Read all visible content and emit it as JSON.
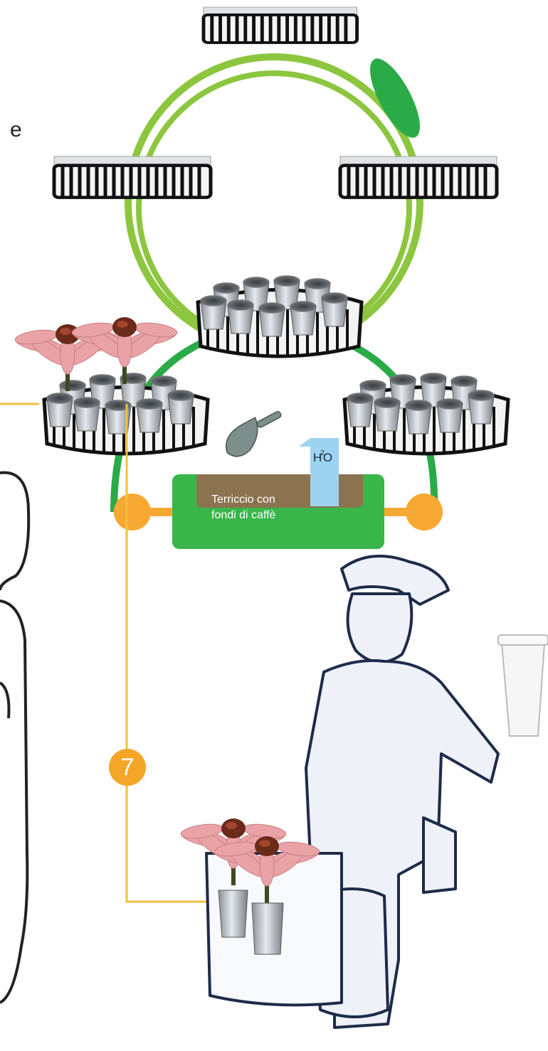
{
  "diagram": {
    "title_fragment": "e",
    "soil_label_line1": "Terriccio con",
    "soil_label_line2": "fondi di caffè",
    "water_label_h": "H",
    "water_label_sub": "2",
    "water_label_o": "O",
    "step_number": "7"
  },
  "colors": {
    "wheel_light_green": "#8cc63f",
    "wheel_dark_green": "#2aab48",
    "soil_box_green": "#39b54a",
    "soil_brown": "#8b7350",
    "water_blue": "#9dd3f0",
    "connector_orange": "#f7a833",
    "leader_yellow": "#f0c040",
    "flower_pink": "#e9a3a6",
    "flower_center": "#6b2a1a"
  },
  "icons": [
    "scoop-icon",
    "water-bottle-icon",
    "coffee-cup-icon",
    "flower-pot-icon",
    "planter-tray-icon"
  ]
}
